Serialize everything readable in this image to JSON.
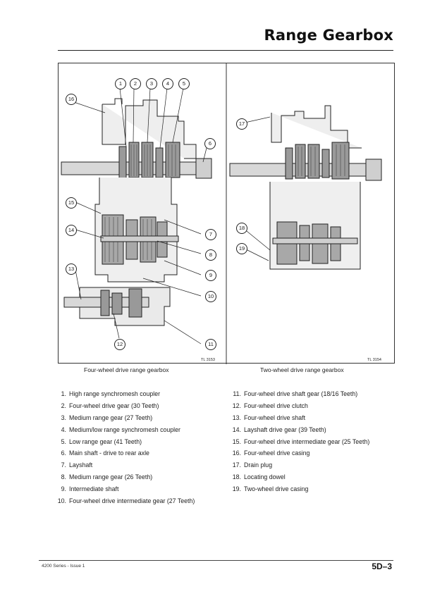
{
  "header": {
    "title": "Range Gearbox"
  },
  "figure": {
    "left_callouts": [
      "1",
      "2",
      "3",
      "4",
      "5",
      "6",
      "7",
      "8",
      "9",
      "10",
      "11",
      "12",
      "13",
      "14",
      "15",
      "16"
    ],
    "right_callouts": [
      "17",
      "18",
      "19"
    ],
    "left_tag": "TL 3153",
    "right_tag": "TL 3154",
    "left_caption": "Four-wheel drive range gearbox",
    "right_caption": "Two-wheel drive range gearbox"
  },
  "legend": {
    "left": [
      {
        "num": "1.",
        "text": "High range synchromesh coupler"
      },
      {
        "num": "2.",
        "text": "Four-wheel drive gear (30 Teeth)"
      },
      {
        "num": "3.",
        "text": "Medium range gear (27 Teeth)"
      },
      {
        "num": "4.",
        "text": "Medium/low range synchromesh coupler"
      },
      {
        "num": "5.",
        "text": "Low range gear (41 Teeth)"
      },
      {
        "num": "6.",
        "text": "Main shaft - drive to rear axle"
      },
      {
        "num": "7.",
        "text": "Layshaft"
      },
      {
        "num": "8.",
        "text": "Medium range gear (26 Teeth)"
      },
      {
        "num": "9.",
        "text": "Intermediate shaft"
      },
      {
        "num": "10.",
        "text": "Four-wheel drive intermediate gear (27 Teeth)"
      }
    ],
    "right": [
      {
        "num": "11.",
        "text": "Four-wheel drive shaft gear (18/16 Teeth)"
      },
      {
        "num": "12.",
        "text": "Four-wheel drive clutch"
      },
      {
        "num": "13.",
        "text": "Four-wheel drive shaft"
      },
      {
        "num": "14.",
        "text": "Layshaft drive gear (39 Teeth)"
      },
      {
        "num": "15.",
        "text": "Four-wheel drive intermediate gear (25 Teeth)"
      },
      {
        "num": "16.",
        "text": "Four-wheel drive casing"
      },
      {
        "num": "17.",
        "text": "Drain plug"
      },
      {
        "num": "18.",
        "text": "Locating dowel"
      },
      {
        "num": "19.",
        "text": "Two-wheel drive casing"
      }
    ]
  },
  "footer": {
    "series": "4200 Series - Issue 1",
    "page": "5D–3"
  }
}
